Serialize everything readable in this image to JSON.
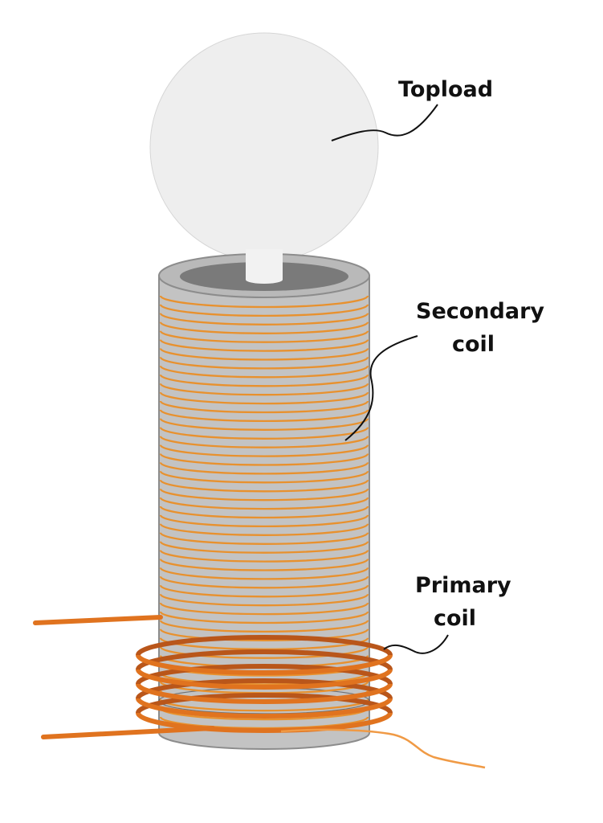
{
  "labels": {
    "topload": "Topload",
    "secondary_line1": "Secondary",
    "secondary_line2": "coil",
    "primary_line1": "Primary",
    "primary_line2": "coil"
  },
  "secondary_coil": {
    "turns": 49
  },
  "primary_coil": {
    "turns": 5
  },
  "colors": {
    "topload": "#eeeeee",
    "topload_outline": "#d6d6d6",
    "tube_body": "#c3c3c3",
    "tube_edge": "#8c8c8c",
    "tube_rim": "#b9b9b9",
    "tube_inner": "#7a7a7a",
    "post": "#f2f2f2",
    "secondary_wire": "#e8912e",
    "primary_wire": "#e0731f",
    "primary_wire_dark": "#b9561a",
    "lead_wire": "#f09a45",
    "leader_line": "#111111"
  }
}
